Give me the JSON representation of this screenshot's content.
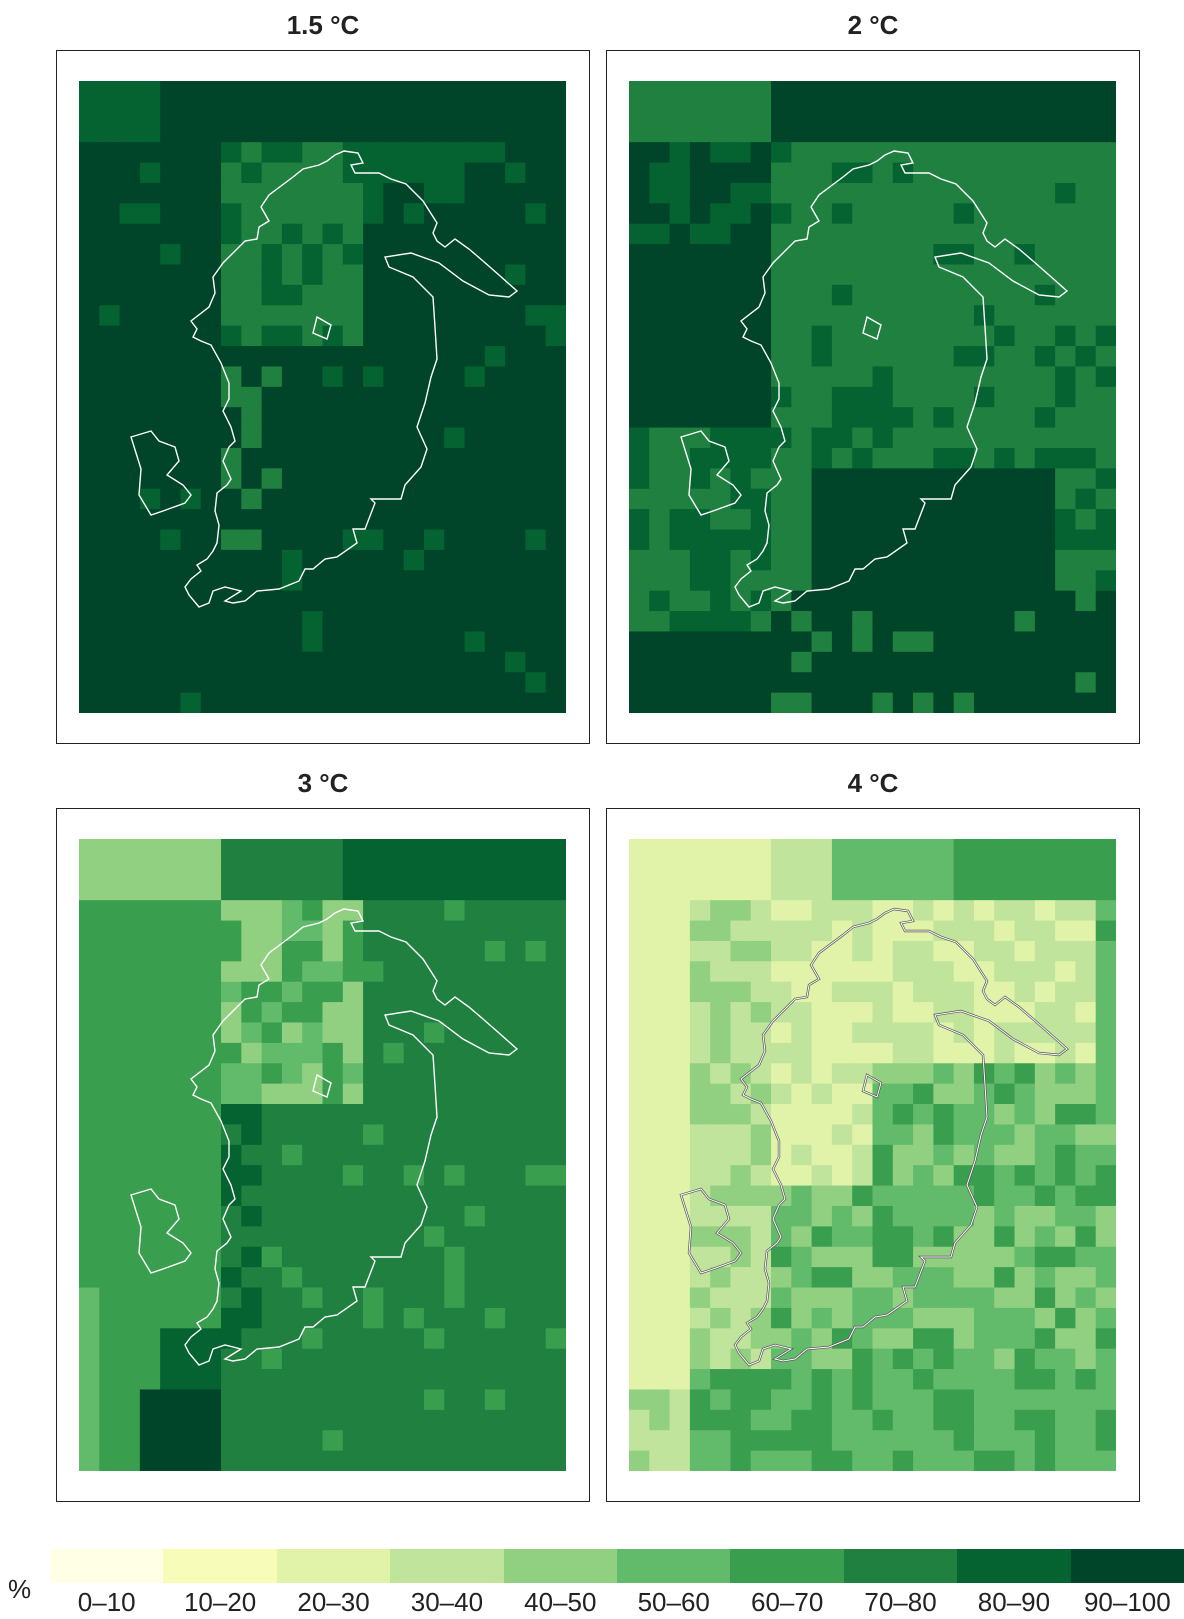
{
  "panels": [
    {
      "title": "1.5 °C",
      "scenario": "1.5"
    },
    {
      "title": "2 °C",
      "scenario": "2"
    },
    {
      "title": "3 °C",
      "scenario": "3"
    },
    {
      "title": "4 °C",
      "scenario": "4"
    }
  ],
  "legend": {
    "unit": "%",
    "classes": [
      {
        "label": "0–10",
        "color": "#ffffe5"
      },
      {
        "label": "10–20",
        "color": "#f7fcb9"
      },
      {
        "label": "20–30",
        "color": "#e0f3a8"
      },
      {
        "label": "30–40",
        "color": "#c0e49b"
      },
      {
        "label": "40–50",
        "color": "#92d081"
      },
      {
        "label": "50–60",
        "color": "#62bb6b"
      },
      {
        "label": "60–70",
        "color": "#3a9e4f"
      },
      {
        "label": "70–80",
        "color": "#1f8040"
      },
      {
        "label": "80–90",
        "color": "#046330"
      },
      {
        "label": "90–100",
        "color": "#004529"
      }
    ]
  },
  "outline_color": "#ffffff"
}
